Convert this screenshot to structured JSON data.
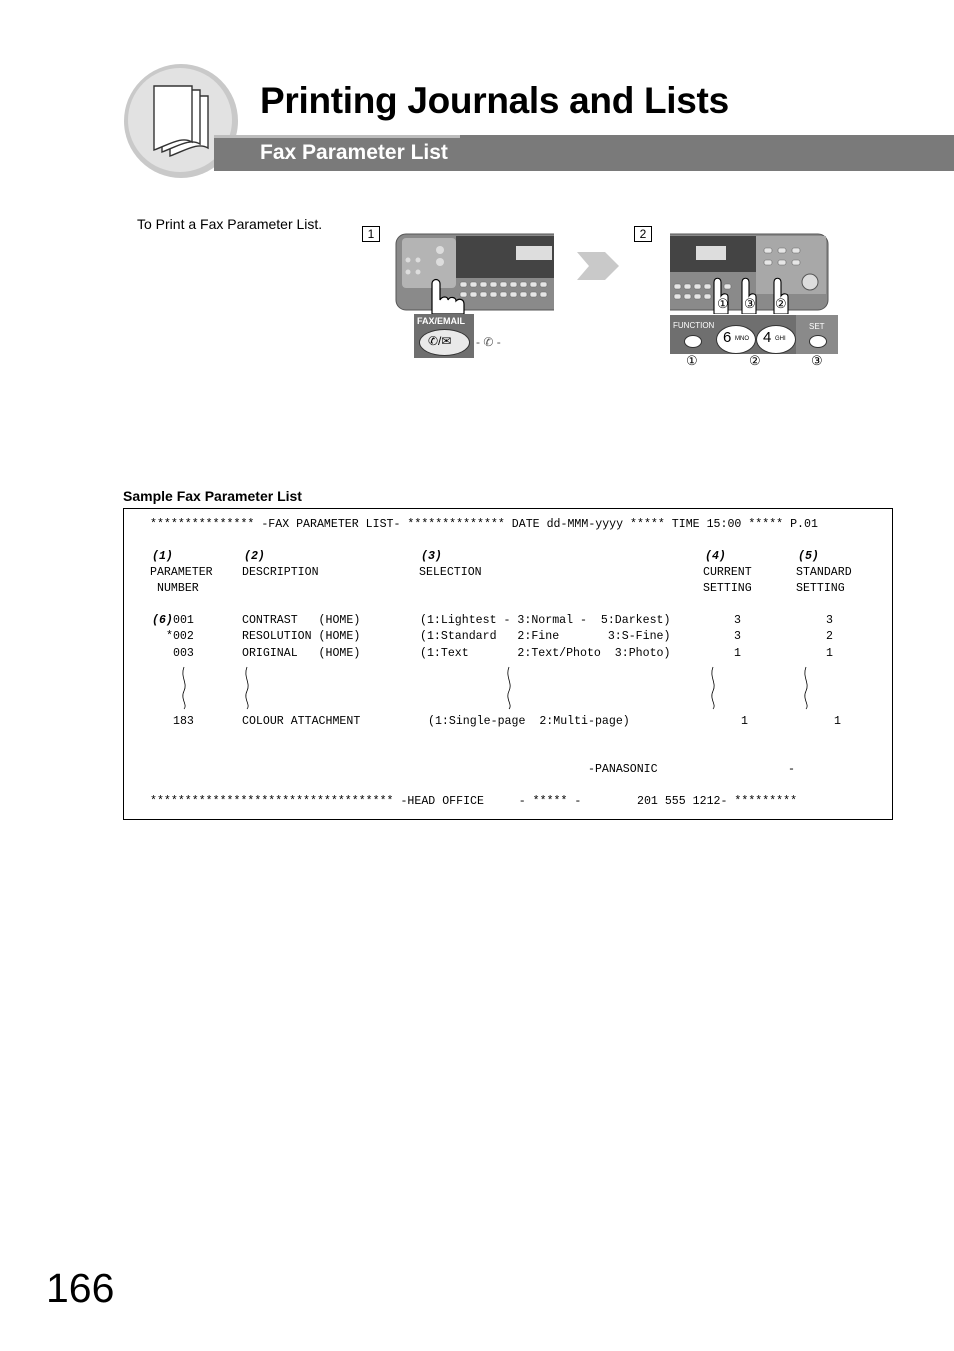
{
  "header": {
    "title": "Printing Journals and Lists",
    "subtitle": "Fax Parameter List"
  },
  "intro": "To Print a Fax Parameter List.",
  "steps": [
    "1",
    "2"
  ],
  "step1": {
    "key_label": "FAX/EMAIL"
  },
  "step2": {
    "function_label": "FUNCTION",
    "set_label": "SET",
    "key6_digit": "6",
    "key6_letters": "MNO",
    "key4_digit": "4",
    "key4_letters": "GHI",
    "markers": [
      "①",
      "③",
      "②"
    ],
    "panel_markers": [
      "①",
      "②",
      "③"
    ]
  },
  "sample": {
    "label": "Sample Fax Parameter List",
    "header_line": "*************** -FAX PARAMETER LIST- ************** DATE dd-MMM-yyyy ***** TIME 15:00 ***** P.01",
    "col_numbers": [
      "(1)",
      "(2)",
      "(3)",
      "(4)",
      "(5)"
    ],
    "col_head1": [
      "PARAMETER",
      "DESCRIPTION",
      "SELECTION",
      "CURRENT",
      "STANDARD"
    ],
    "col_head2": [
      "NUMBER",
      "SETTING",
      "SETTING"
    ],
    "marker6": "(6)",
    "rows": [
      {
        "num": "001",
        "desc": "CONTRAST   (HOME)",
        "sel": "(1:Lightest - 3:Normal -  5:Darkest)",
        "cur": "3",
        "std": "3"
      },
      {
        "num": "*002",
        "desc": "RESOLUTION (HOME)",
        "sel": "(1:Standard   2:Fine       3:S-Fine)",
        "cur": "3",
        "std": "2"
      },
      {
        "num": "003",
        "desc": "ORIGINAL   (HOME)",
        "sel": "(1:Text       2:Text/Photo  3:Photo)",
        "cur": "1",
        "std": "1"
      }
    ],
    "last_row": {
      "num": "183",
      "desc": "COLOUR ATTACHMENT",
      "sel": "(1:Single-page  2:Multi-page)",
      "cur": "1",
      "std": "1"
    },
    "footer1_left": "-PANASONIC",
    "footer1_right": "-",
    "footer2": "*********************************** -HEAD OFFICE     - ***** -        201 555 1212- *********"
  },
  "page_number": "166"
}
